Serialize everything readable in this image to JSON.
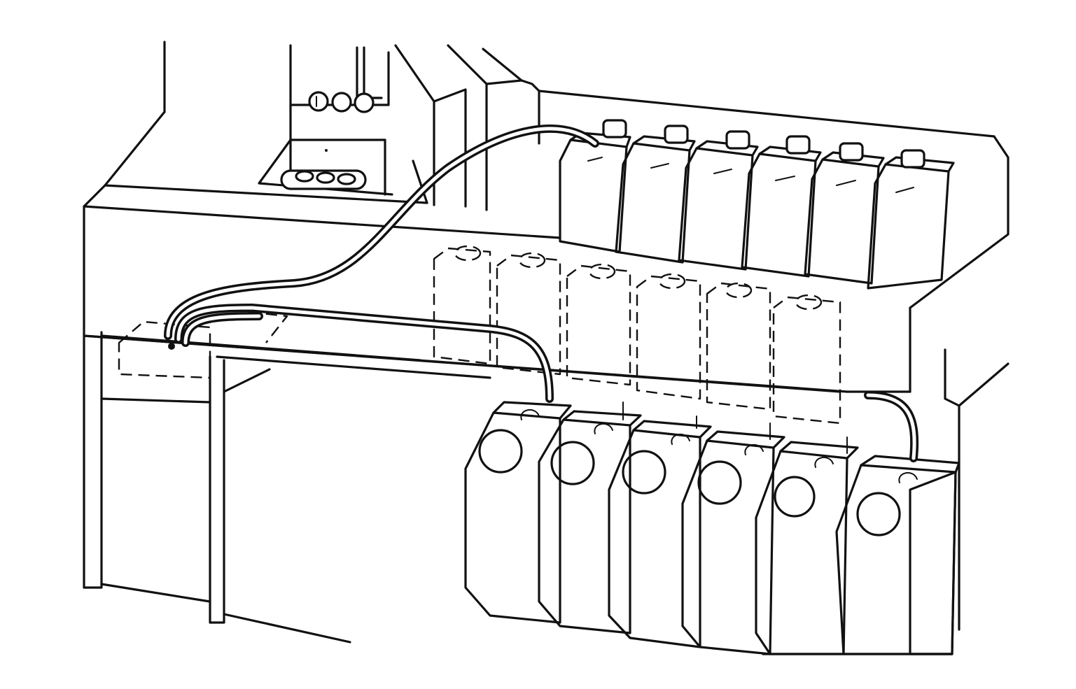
{
  "illustration": {
    "upper_shelf_containers": 6,
    "dashed_containers": 6,
    "lower_containers": 6,
    "colors": {
      "ink": "#111111",
      "paper": "#ffffff",
      "screen_tone": "#9a9a9a"
    }
  }
}
